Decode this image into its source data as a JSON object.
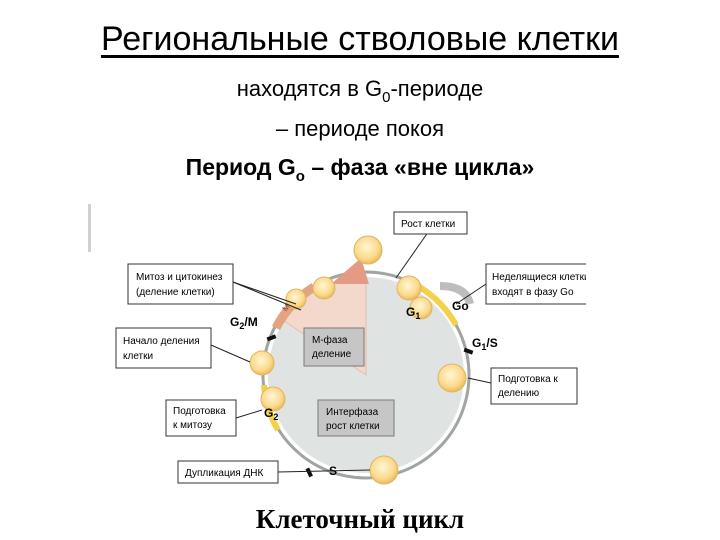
{
  "header": {
    "title": "Региональные стволовые клетки",
    "line1_pre": "находятся в G",
    "line1_sub": "0",
    "line1_post": "-периоде",
    "line2": "– периоде покоя",
    "line3_pre": "Период G",
    "line3_sub": "о",
    "line3_post": " – фаза «вне цикла»"
  },
  "diagram": {
    "boxes": {
      "growth": "Рост клетки",
      "mitosis_1": "Митоз и цитокинез",
      "mitosis_2": "(деление клетки)",
      "nondividing_1": "Неделящиеся клетки",
      "nondividing_2": "входят в фазу Go",
      "start_1": "Начало деления",
      "start_2": "клетки",
      "prep_div_1": "Подготовка к",
      "prep_div_2": "делению",
      "prep_mit_1": "Подготовка",
      "prep_mit_2": "к митозу",
      "dna": "Дупликация ДНК",
      "mphase_1": "М-фаза",
      "mphase_2": "деление",
      "interphase_1": "Интерфаза",
      "interphase_2": "рост клетки"
    },
    "phase_labels": {
      "g2m": "G",
      "g2m_sub": "2",
      "g2m_post": "/M",
      "g1": "G",
      "g1_sub": "1",
      "go": "Go",
      "g1s": "G",
      "g1s_sub": "1",
      "g1s_post": "/S",
      "g2": "G",
      "g2_sub": "2",
      "s": "S",
      "mitosis_arc": "Митоз"
    },
    "caption": "Клеточный цикл"
  }
}
